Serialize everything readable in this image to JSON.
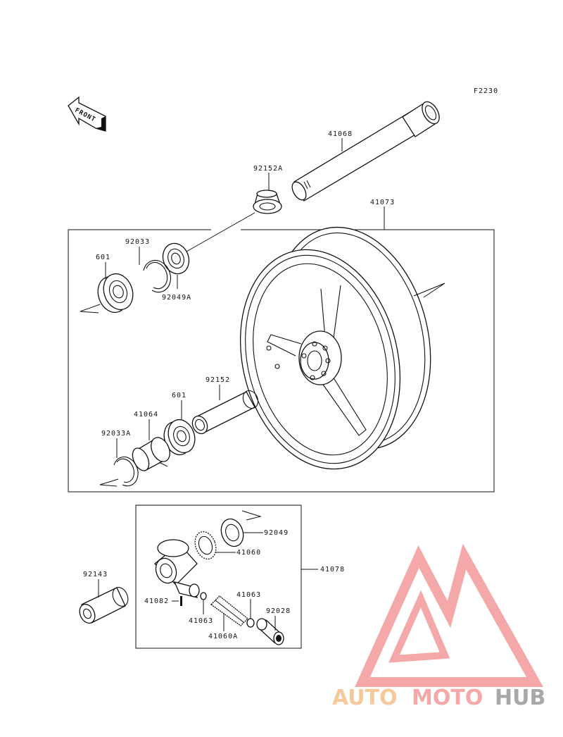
{
  "figure_code": "F2230",
  "front_label": "FRONT",
  "labels": {
    "axle": "41068",
    "collar_a": "92152A",
    "wheel": "41073",
    "circlip": "92033",
    "bearing_upper": "601",
    "seal_a": "92049A",
    "collar": "92152",
    "bearing_lower": "601",
    "gear_housing": "41064",
    "circlip_a": "92033A",
    "seal": "92049",
    "gear": "41060",
    "meter_gear_assy": "41078",
    "cap": "92143",
    "pin": "41082",
    "washer_left": "41063",
    "washer_right": "41063",
    "pinion": "41060A",
    "bushing": "92028"
  },
  "watermark": {
    "part1": "AUTO",
    "part2": "MOTO",
    "part3": "HUB",
    "colors": {
      "auto": "#f5c08a",
      "moto": "#f39a9a",
      "hub": "#9a9a9a"
    }
  },
  "colors": {
    "line": "#111111",
    "background": "#ffffff"
  }
}
